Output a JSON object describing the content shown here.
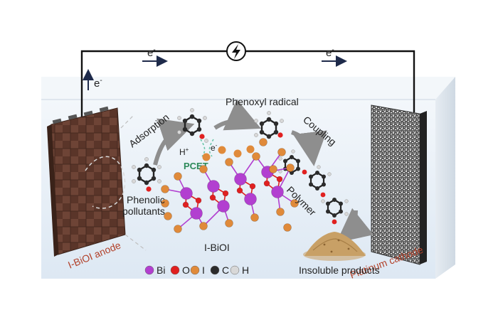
{
  "electron": "e",
  "electron_superscript": "-",
  "labels": {
    "adsorption": "Adsorption",
    "phenoxyl_radical": "Phenoxyl radical",
    "coupling": "Coupling",
    "polymer": "Polymer",
    "proton": "H",
    "proton_superscript": "+",
    "pcet": "PCET",
    "phenolic_line1": "Phenolic",
    "phenolic_line2": "pollutants",
    "catalyst": "I-BiOI",
    "anode": "I-BiOI anode",
    "cathode": "Platinum cathode",
    "products": "Insoluble products"
  },
  "legend": [
    {
      "symbol": "Bi",
      "color": "#b23fd0"
    },
    {
      "symbol": "O",
      "color": "#e02020"
    },
    {
      "symbol": "I",
      "color": "#e08a3a"
    },
    {
      "symbol": "C",
      "color": "#2b2b2b"
    },
    {
      "symbol": "H",
      "color": "#d8d8d8"
    }
  ],
  "colors": {
    "anode": "#6e4436",
    "cathode": "#6a6a6a",
    "electrolyte": "#e4edf6",
    "wire": "#111111",
    "accent_red": "#b2412a",
    "accent_green": "#2d8a5a"
  },
  "icons": {
    "power_source": "lightning-icon"
  }
}
